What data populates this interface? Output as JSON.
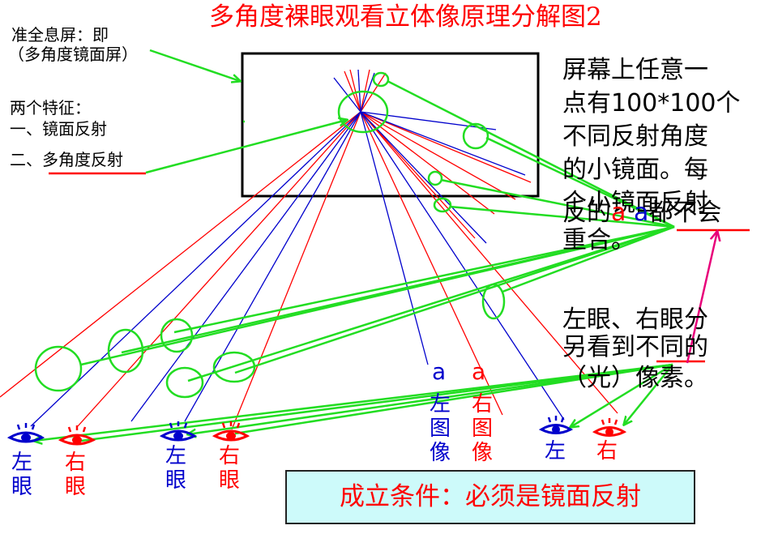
{
  "title": "多角度裸眼观看立体像原理分解图2",
  "screen_label_line1": "准全息屏：即",
  "screen_label_line2": "（多角度镜面屏）",
  "features_heading": "两个特征：",
  "feature_1": "一、镜面反射",
  "feature_2": "二、多角度反射",
  "note_lines": [
    "屏幕上任意一",
    "点有100*100个",
    "不同反射角度",
    "的小镜面。每",
    "个小镜面反射"
  ],
  "note_last_prefix": "反的",
  "note_a_red": "a",
  "note_a_blue": "a",
  "note_last_suffix": "都不会",
  "note_end": "重合。",
  "eyes_note_line1": "左眼、右眼分",
  "eyes_note_line2": "另看到不同的",
  "eyes_note_line3": "（光）像素。",
  "a_blue": "a",
  "a_red": "a",
  "left_image_label": "左图像",
  "right_image_label": "右图像",
  "eye_pairs": [
    {
      "left": "左眼",
      "right": "右眼"
    },
    {
      "left": "左眼",
      "right": "右眼"
    },
    {
      "left": "左",
      "right": "右"
    }
  ],
  "condition": "成立条件：必须是镜面反射",
  "colors": {
    "green": "#22dd22",
    "red": "#ff0000",
    "blue": "#0000cc",
    "magenta": "#e8007a",
    "condition_bg": "#cdfafa"
  },
  "icons": [
    "eye-blue-icon",
    "eye-red-icon"
  ]
}
